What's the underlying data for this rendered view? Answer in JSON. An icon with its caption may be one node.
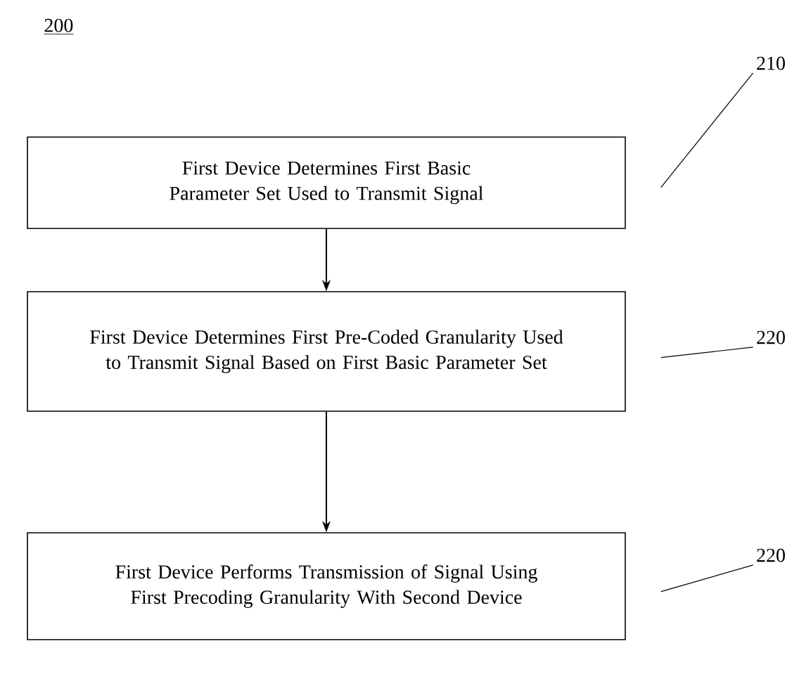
{
  "diagram": {
    "nodes": [
      {
        "text": [
          "First Device Determines First Basic Parameter Set Used to Transmit Signal"
        ]
      },
      {
        "text": [
          "First Device Determines First Pre-Coded Granularity Used to Transmit Signal Based on First Basic Parameter Set"
        ]
      },
      {
        "text": [
          "First Device Performs Transmission of Signal Using First Precoding Granularity With Second Device"
        ]
      },
      {
        "text": [
          "210"
        ]
      },
      {
        "text": [
          "220"
        ]
      },
      {
        "text": [
          "220"
        ]
      }
    ],
    "edges": [
      {
        "from": 0,
        "to": 1,
        "arrow": "to"
      },
      {
        "from": 1,
        "to": 2,
        "arrow": "to"
      },
      {
        "from": 3,
        "to": 0,
        "arrow": "none"
      },
      {
        "from": 4,
        "to": 1,
        "arrow": "none"
      },
      {
        "from": 5,
        "to": 2,
        "arrow": "none"
      }
    ],
    "labels": [
      "200"
    ]
  }
}
